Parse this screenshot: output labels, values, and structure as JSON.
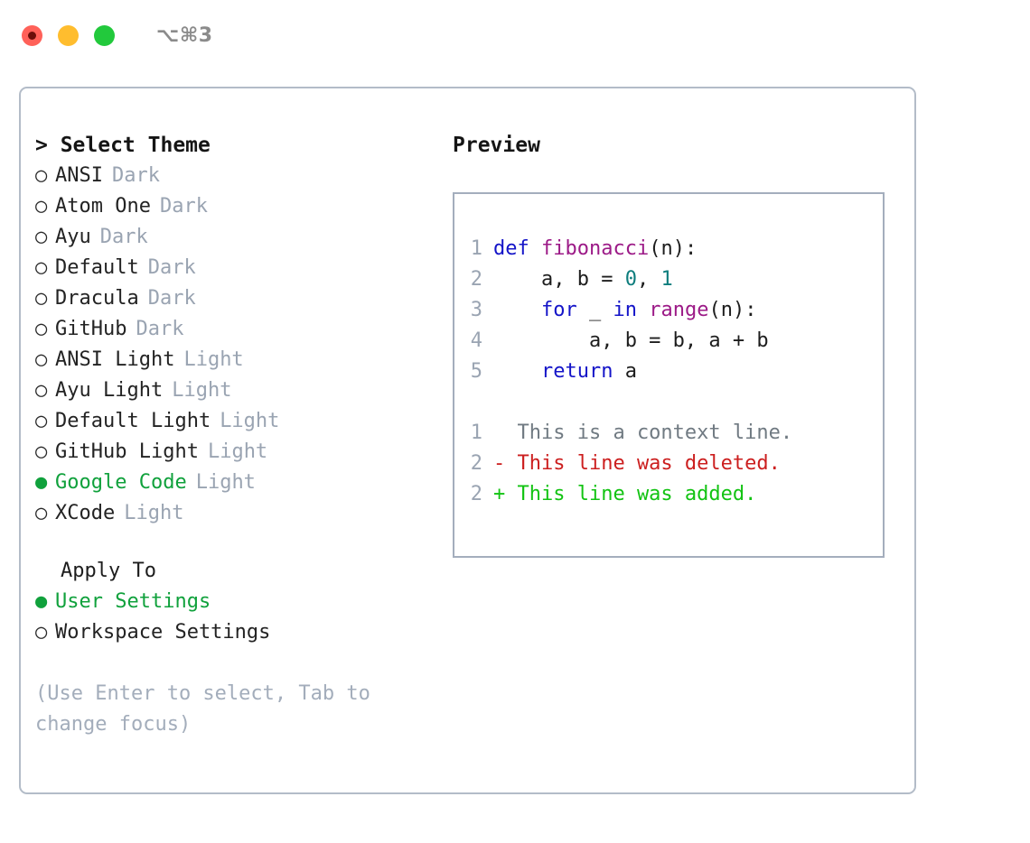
{
  "titlebar": {
    "shortcut": "⌥⌘3",
    "buttons": [
      {
        "name": "close",
        "color": "#ff6159",
        "recording": true
      },
      {
        "name": "minimize",
        "color": "#ffbd2e",
        "recording": false
      },
      {
        "name": "maximize",
        "color": "#22c93c",
        "recording": false
      }
    ]
  },
  "themes": {
    "heading": "> Select Theme",
    "items": [
      {
        "marker": "○",
        "name": "ANSI",
        "badge": "Dark",
        "selected": false
      },
      {
        "marker": "○",
        "name": "Atom One",
        "badge": "Dark",
        "selected": false
      },
      {
        "marker": "○",
        "name": "Ayu",
        "badge": "Dark",
        "selected": false
      },
      {
        "marker": "○",
        "name": "Default",
        "badge": "Dark",
        "selected": false
      },
      {
        "marker": "○",
        "name": "Dracula",
        "badge": "Dark",
        "selected": false
      },
      {
        "marker": "○",
        "name": "GitHub",
        "badge": "Dark",
        "selected": false
      },
      {
        "marker": "○",
        "name": "ANSI Light",
        "badge": "Light",
        "selected": false
      },
      {
        "marker": "○",
        "name": "Ayu Light",
        "badge": "Light",
        "selected": false
      },
      {
        "marker": "○",
        "name": "Default Light",
        "badge": "Light",
        "selected": false
      },
      {
        "marker": "○",
        "name": "GitHub Light",
        "badge": "Light",
        "selected": false
      },
      {
        "marker": "●",
        "name": "Google Code",
        "badge": "Light",
        "selected": true
      },
      {
        "marker": "○",
        "name": "XCode",
        "badge": "Light",
        "selected": false
      }
    ]
  },
  "apply_to": {
    "heading": "Apply To",
    "items": [
      {
        "marker": "●",
        "name": "User Settings",
        "selected": true
      },
      {
        "marker": "○",
        "name": "Workspace Settings",
        "selected": false
      }
    ]
  },
  "hint": "(Use Enter to select, Tab to change focus)",
  "preview": {
    "heading": "Preview",
    "code_lines": [
      {
        "no": "1",
        "tokens": [
          {
            "t": "def ",
            "c": "kw"
          },
          {
            "t": "fibonacci",
            "c": "fn"
          },
          {
            "t": "(n):",
            "c": "pl"
          }
        ]
      },
      {
        "no": "2",
        "tokens": [
          {
            "t": "    a, b = ",
            "c": "pl"
          },
          {
            "t": "0",
            "c": "num"
          },
          {
            "t": ", ",
            "c": "pl"
          },
          {
            "t": "1",
            "c": "num"
          }
        ]
      },
      {
        "no": "3",
        "tokens": [
          {
            "t": "    ",
            "c": "pl"
          },
          {
            "t": "for",
            "c": "kw"
          },
          {
            "t": " _ ",
            "c": "pl"
          },
          {
            "t": "in",
            "c": "kw"
          },
          {
            "t": " ",
            "c": "pl"
          },
          {
            "t": "range",
            "c": "fn"
          },
          {
            "t": "(n):",
            "c": "pl"
          }
        ]
      },
      {
        "no": "4",
        "tokens": [
          {
            "t": "        a, b = b, a + b",
            "c": "pl"
          }
        ]
      },
      {
        "no": "5",
        "tokens": [
          {
            "t": "    ",
            "c": "pl"
          },
          {
            "t": "return",
            "c": "kw"
          },
          {
            "t": " a",
            "c": "pl"
          }
        ]
      }
    ],
    "diff_lines": [
      {
        "no": "1",
        "kind": "context",
        "text": "  This is a context line."
      },
      {
        "no": "2",
        "kind": "del",
        "text": "- This line was deleted."
      },
      {
        "no": "2",
        "kind": "add",
        "text": "+ This line was added."
      }
    ]
  },
  "colors": {
    "accent_green": "#10a13c",
    "muted": "#9aa4b2",
    "border": "#b3bcc8",
    "diff_add": "#12c312",
    "diff_del": "#cc1f1f",
    "kw": "#1414c8",
    "fn": "#9c1a87",
    "num": "#0e7d7d"
  }
}
